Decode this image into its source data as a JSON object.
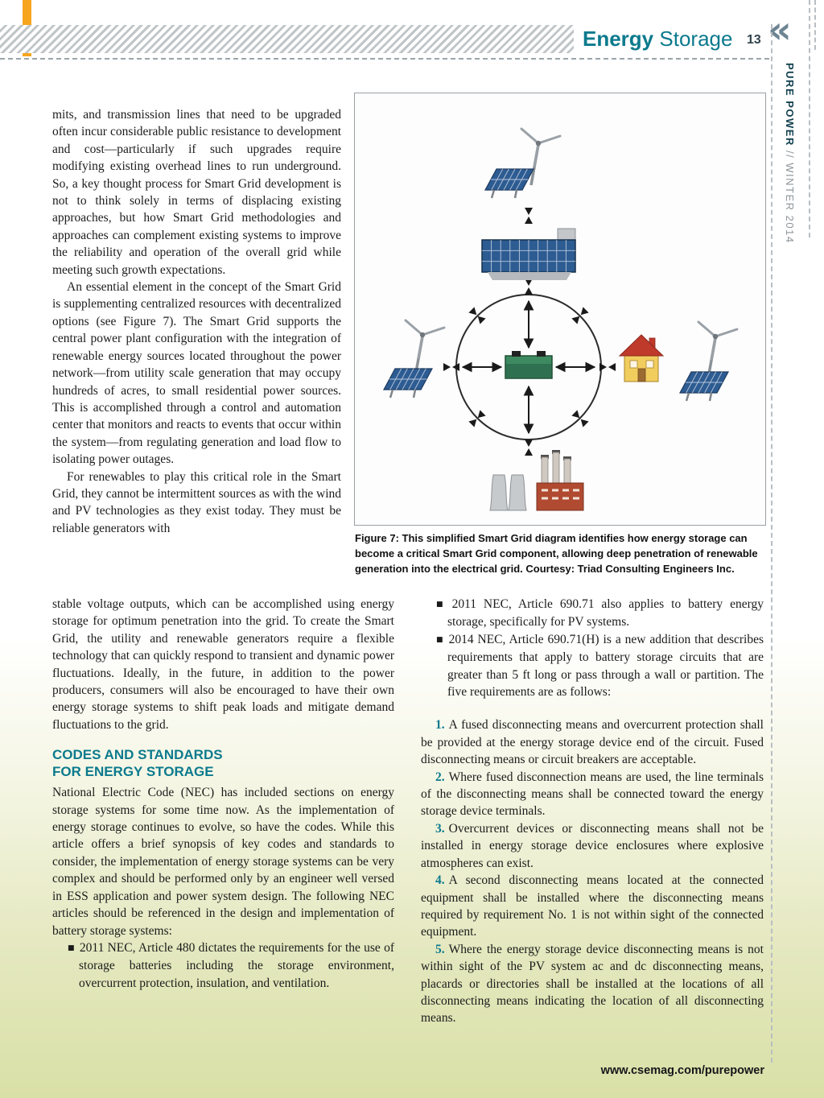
{
  "glyphs": {
    "bullet": "■",
    "chevrons": "«"
  },
  "colors": {
    "accent_teal": "#0c7a8d",
    "accent_orange": "#f7a51e",
    "page_tint_bottom": "#d9e0a6"
  },
  "header": {
    "section_bold": "Energy",
    "section_regular": " Storage",
    "page_number": "13"
  },
  "sidebar": {
    "brand": "PURE POWER",
    "issue": " // WINTER 2014"
  },
  "article": {
    "col1_paragraphs": [
      "mits, and transmission lines that need to be upgraded often incur considerable public resistance to development and cost—particularly if such upgrades require modifying existing overhead lines to run underground. So, a key thought process for Smart Grid development is not to think solely in terms of displacing existing approaches, but how Smart Grid methodologies and approaches can complement existing systems to improve the reliability and operation of the overall grid while meeting such growth expectations.",
      "An essential element in the concept of the Smart Grid is supplementing centralized resources with decentralized options (see Figure 7). The Smart Grid supports the central power plant configuration with the integration of renewable energy sources located throughout the power network—from utility scale generation that may occupy hundreds of acres, to small residential power sources. This is accomplished through a control and automation center that monitors and reacts to events that occur within the system—from regulating generation and load flow to isolating power outages.",
      "For renewables to play this critical role in the Smart Grid, they cannot be intermittent sources as with the wind and PV technologies as they exist today. They must be reliable generators with"
    ],
    "col1_continued": "stable voltage outputs, which can be accomplished using energy storage for optimum penetration into the grid. To create the Smart Grid, the utility and renewable generators require a flexible technology that can quickly respond to transient and dynamic power fluctuations. Ideally, in the future, in addition to the power producers, consumers will also be encouraged to have their own energy storage systems to shift peak loads and mitigate demand fluctuations to the grid.",
    "section_heading_line1": "CODES AND STANDARDS",
    "section_heading_line2": "FOR ENERGY STORAGE",
    "codes_paragraph": "National Electric Code (NEC) has included sections on energy storage systems for some time now. As the implementation of energy storage continues to evolve, so have the codes. While this article offers a brief synopsis of key codes and standards to consider, the implementation of energy storage systems can be very complex and should be performed only by an engineer well versed in ESS application and power system design. The following NEC articles should be referenced in the design and implementation of battery storage systems:",
    "col1_bullet": "2011 NEC, Article 480 dictates the requirements for the use of storage batteries including the storage environment, overcurrent protection, insulation, and ventilation."
  },
  "figure": {
    "caption": "Figure 7: This simplified Smart Grid diagram identifies how energy storage can become a critical Smart Grid component, allowing deep penetration of renewable generation into the electrical grid.",
    "credit": " Courtesy: Triad Consulting Engineers Inc."
  },
  "col2": {
    "bullets": [
      "2011 NEC, Article 690.71 also applies to battery energy storage, specifically for PV systems.",
      "2014 NEC, Article 690.71(H) is a new addition that describes requirements that apply to battery storage circuits that are greater than 5 ft long or pass through a wall or partition. The five requirements are as follows:"
    ],
    "numbered": [
      {
        "num": "1.",
        "text": "A fused disconnecting means and overcurrent protection shall be provided at the energy storage device end of the circuit. Fused disconnecting means or circuit breakers are acceptable."
      },
      {
        "num": "2.",
        "text": "Where fused disconnection means are used, the line terminals of the disconnecting means shall be connected toward the energy storage device terminals."
      },
      {
        "num": "3.",
        "text": "Overcurrent devices or disconnecting means shall not be installed in energy storage device enclosures where explosive atmospheres can exist."
      },
      {
        "num": "4.",
        "text": "A second disconnecting means located at the connected equipment shall be installed where the disconnecting means required by requirement No. 1 is not within sight of the connected equipment."
      },
      {
        "num": "5.",
        "text": "Where the energy storage device disconnecting means is not within sight of the PV system ac and dc disconnecting means, placards or directories shall be installed at the locations of all disconnecting means indicating the location of all disconnecting means."
      }
    ]
  },
  "footer": {
    "url": "www.csemag.com/purepower"
  }
}
